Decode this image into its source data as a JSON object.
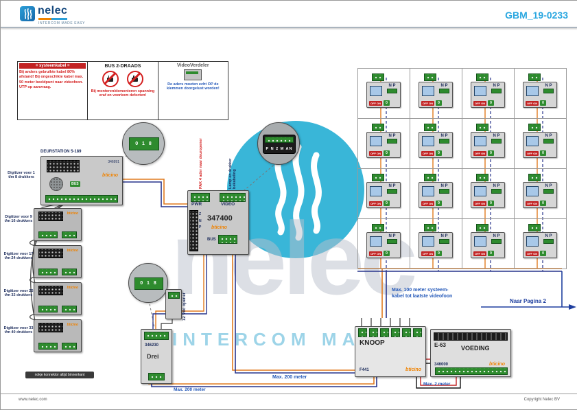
{
  "brand": "bticino",
  "header": {
    "logo_text": "nelec",
    "logo_tagline": "INTERCOM MADE EASY",
    "doc_code": "GBM_19-0233"
  },
  "footer": {
    "left": "www.nelec.com",
    "right": "Copyright Nelec BV"
  },
  "warnings": {
    "kabel": {
      "title": "= systeemkabel =",
      "text": "Bij anders gebruikte kabel 80% afstand! Bij ongeschikte kabel max. 50 meter beeldpunt naar videofoon. UTP op aanvraag."
    },
    "bus": {
      "title": "BUS 2-DRAADS",
      "text": "Bij monteren/demonteren spanning eraf en voorkom defecten!"
    },
    "verdeler": {
      "title": "VideoVerdeler",
      "text": "De aders moeten echt OP de klemmen doorgelust worden!"
    }
  },
  "deurstation": {
    "label": "DEURSTATION 5-189",
    "model": "346991",
    "bus": "BUS"
  },
  "digitizers": [
    "Digitizer voor 1 t/m 8 drukkers",
    "Digitizer voor 9 t/m 16 drukkers",
    "Digitizer voor 17 t/m 24 drukkers",
    "Digitizer voor 25 t/m 32 drukkers",
    "Digitizer voor 33 t/m 40 drukkers"
  ],
  "connector_note": "nokje konnektor altijd binnenkant",
  "central": {
    "model": "347400",
    "pwr": "PWR",
    "video": "VIDEO",
    "bus": "BUS",
    "pins_left": "Z\nN\nP"
  },
  "callouts": {
    "a": "0 1 8",
    "b": "P N 2 M AN",
    "c": "0 1 8"
  },
  "rotated": {
    "red": "PAK 4 ader naar deuropener",
    "navy": "Lamp en drukker bekabeling"
  },
  "opener": {
    "label": "12 Vdc opener"
  },
  "d346230": {
    "model": "346230",
    "label": "Drei"
  },
  "knoop": {
    "title": "KNOOP",
    "model": "F441"
  },
  "voeding": {
    "name": "E-63",
    "title": "VOEDING",
    "model": "346000"
  },
  "grid": {
    "np": "N P",
    "onoff": "OFF ON",
    "cells": [
      {
        "num": "0"
      },
      {
        "num": "0"
      },
      {
        "num": "0"
      },
      {
        "num": "0"
      },
      {
        "num": "0"
      },
      {
        "num": "0"
      },
      {
        "num": "0"
      },
      {
        "num": "0"
      },
      {
        "num": "0"
      },
      {
        "num": "0"
      },
      {
        "num": "0"
      },
      {
        "num": "0"
      },
      {
        "num": "0"
      },
      {
        "num": "0"
      },
      {
        "num": "0"
      },
      {
        "num": "0"
      }
    ]
  },
  "annotations": {
    "max100_line1": "Max. 100 meter systeem-",
    "max100_line2": "kabel tot laatste videofoon",
    "naar_pagina": "Naar Pagina 2",
    "max200_a": "Max. 200 meter",
    "max200_b": "Max. 200 meter",
    "max2": "Max. 2 meter"
  },
  "watermark": {
    "word": "nelec",
    "sub": "INTERCOM MADE"
  }
}
